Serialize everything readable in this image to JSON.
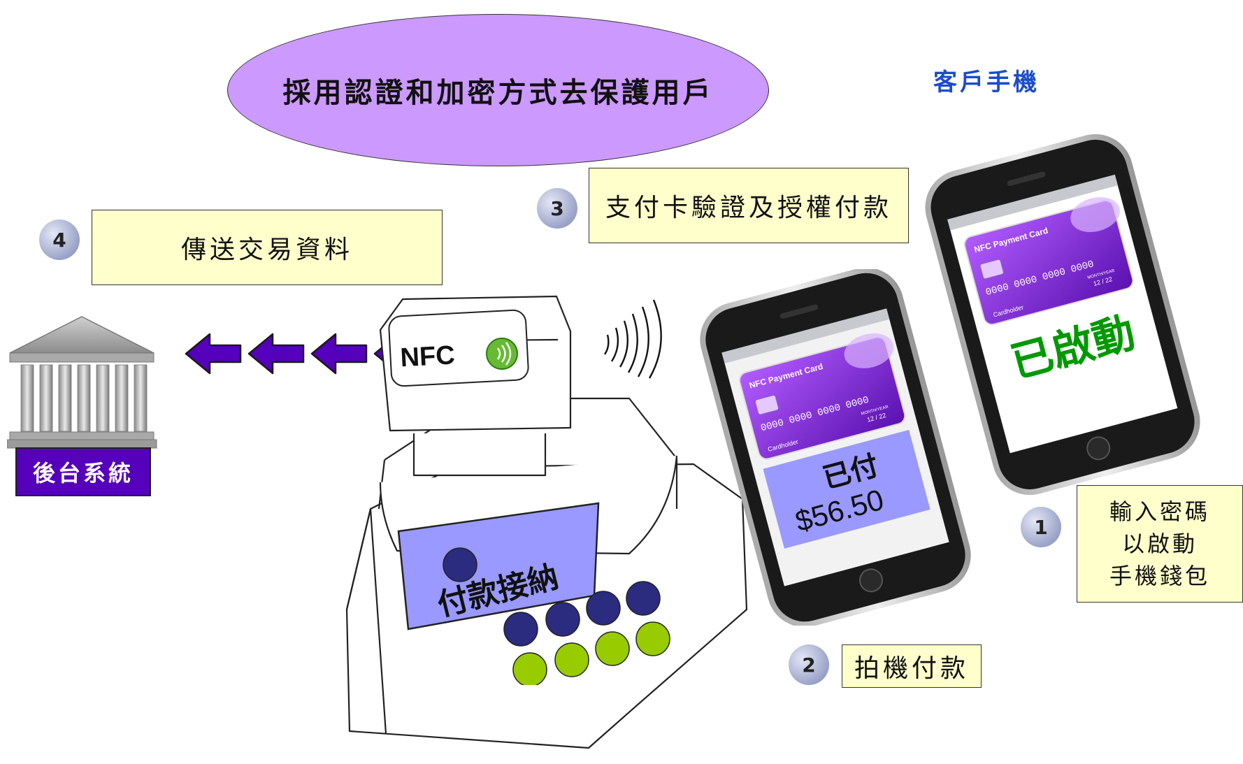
{
  "title": "採用認證和加密方式去保護用戶",
  "customer_phone_label": "客戶手機",
  "steps": [
    {
      "number": "1",
      "text": "輸入密碼\n以啟動\n手機錢包"
    },
    {
      "number": "2",
      "text": "拍機付款"
    },
    {
      "number": "3",
      "text": "支付卡驗證及授權付款"
    },
    {
      "number": "4",
      "text": "傳送交易資料"
    }
  ],
  "backend": {
    "label": "後台系統"
  },
  "terminal": {
    "nfc_label": "NFC",
    "screen_text": "付款接納",
    "keypad_colors": {
      "top_row": "#2b2b80",
      "bottom_row": "#99cc00"
    }
  },
  "phone_paid": {
    "card_title": "NFC Payment Card",
    "card_number": "0000 0000 0000 0000",
    "card_expiry_label": "MONTH/YEAR",
    "card_expiry": "12 / 22",
    "card_holder": "Cardholder",
    "status": "已付",
    "amount": "$56.50"
  },
  "phone_active": {
    "card_title": "NFC Payment Card",
    "card_number": "0000 0000 0000 0000",
    "card_expiry_label": "MONTH/YEAR",
    "card_expiry": "12 / 22",
    "card_holder": "Cardholder",
    "status": "已啟動"
  },
  "colors": {
    "title_ellipse": "#cc99ff",
    "note_fill": "#ffffcc",
    "arrow": "#5500bb",
    "backend_fill": "#5500bb",
    "active_status": "#009900",
    "customer_label": "#1a4ccc",
    "pos_screen": "#9999ff"
  }
}
